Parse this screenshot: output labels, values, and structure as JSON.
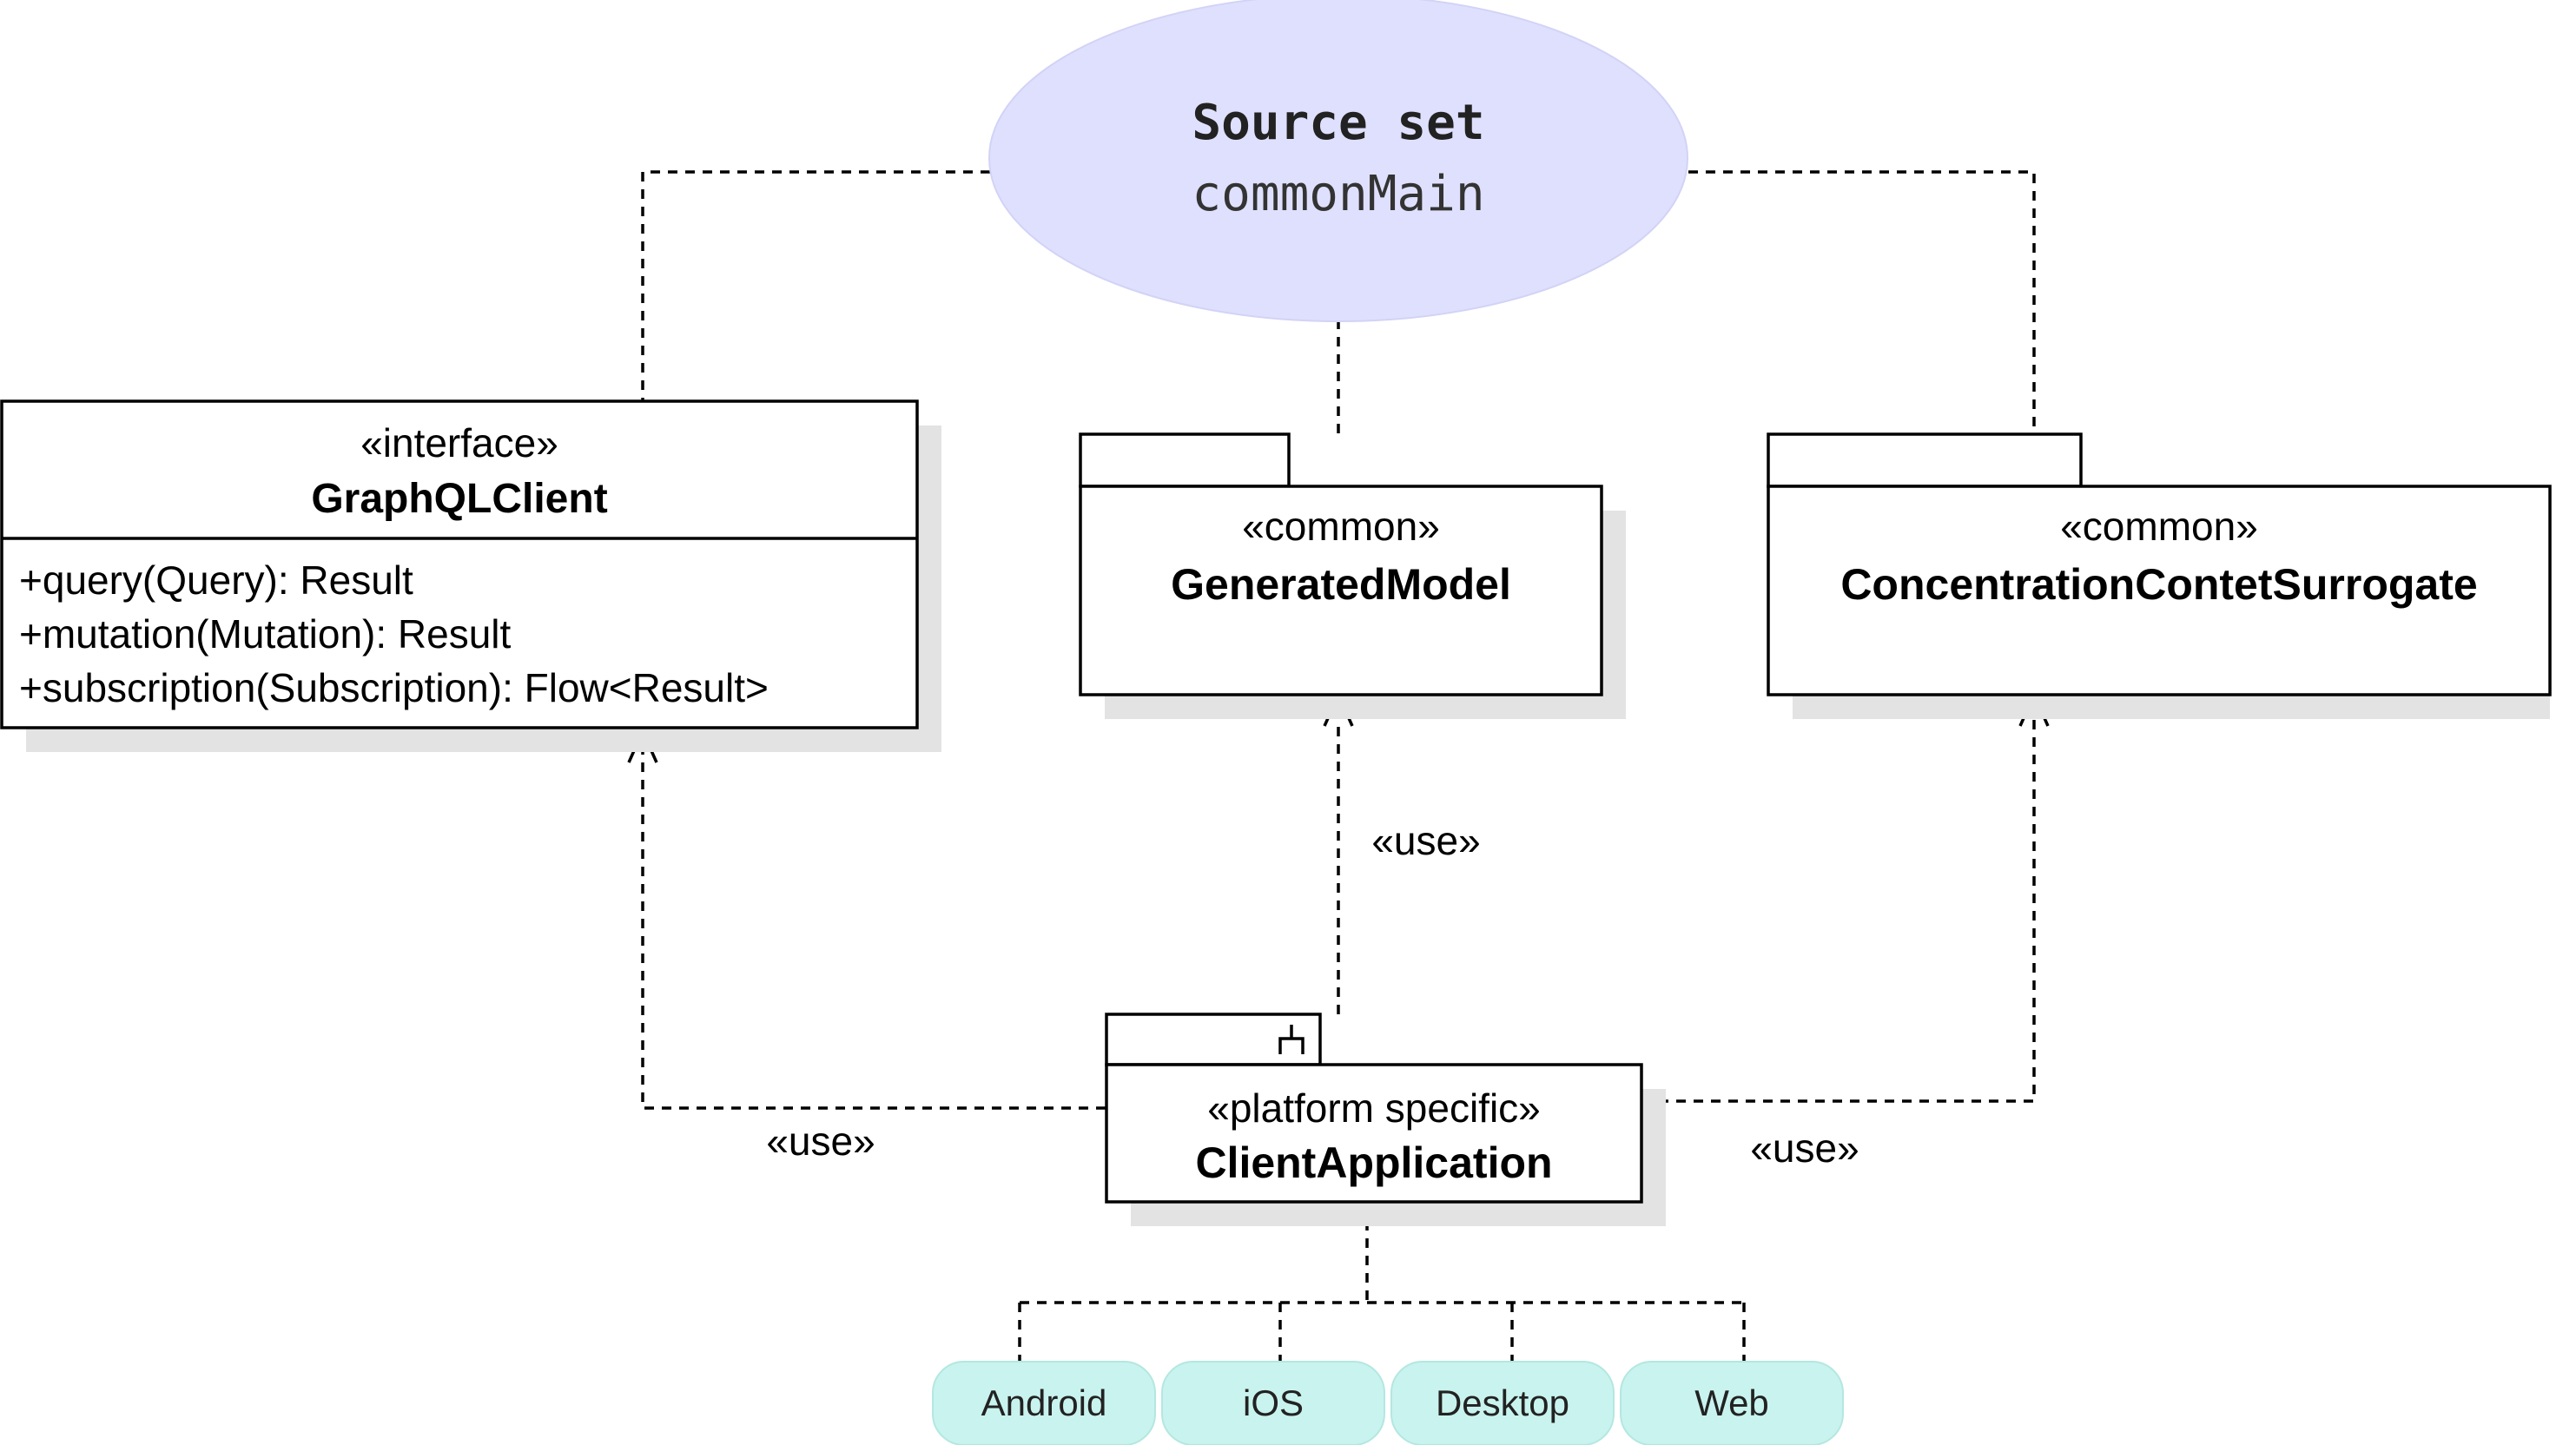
{
  "colors": {
    "line": "#000000",
    "shadow": "#e3e3e3",
    "source_set_fill": "#dfe0fd",
    "platform_fill": "#c9f3ee"
  },
  "source_set": {
    "title": "Source set",
    "name": "commonMain"
  },
  "graphql_client": {
    "stereotype": "«interface»",
    "name": "GraphQLClient",
    "operations": [
      "+query(Query): Result",
      "+mutation(Mutation): Result",
      "+subscription(Subscription): Flow<Result>"
    ]
  },
  "generated_model": {
    "stereotype": "«common»",
    "name": "GeneratedModel"
  },
  "surrogate": {
    "stereotype": "«common»",
    "name": "ConcentrationContetSurrogate"
  },
  "client_app": {
    "stereotype": "«platform specific»",
    "name": "ClientApplication"
  },
  "use_labels": {
    "left": "«use»",
    "center": "«use»",
    "right": "«use»"
  },
  "platforms": [
    "Android",
    "iOS",
    "Desktop",
    "Web"
  ]
}
